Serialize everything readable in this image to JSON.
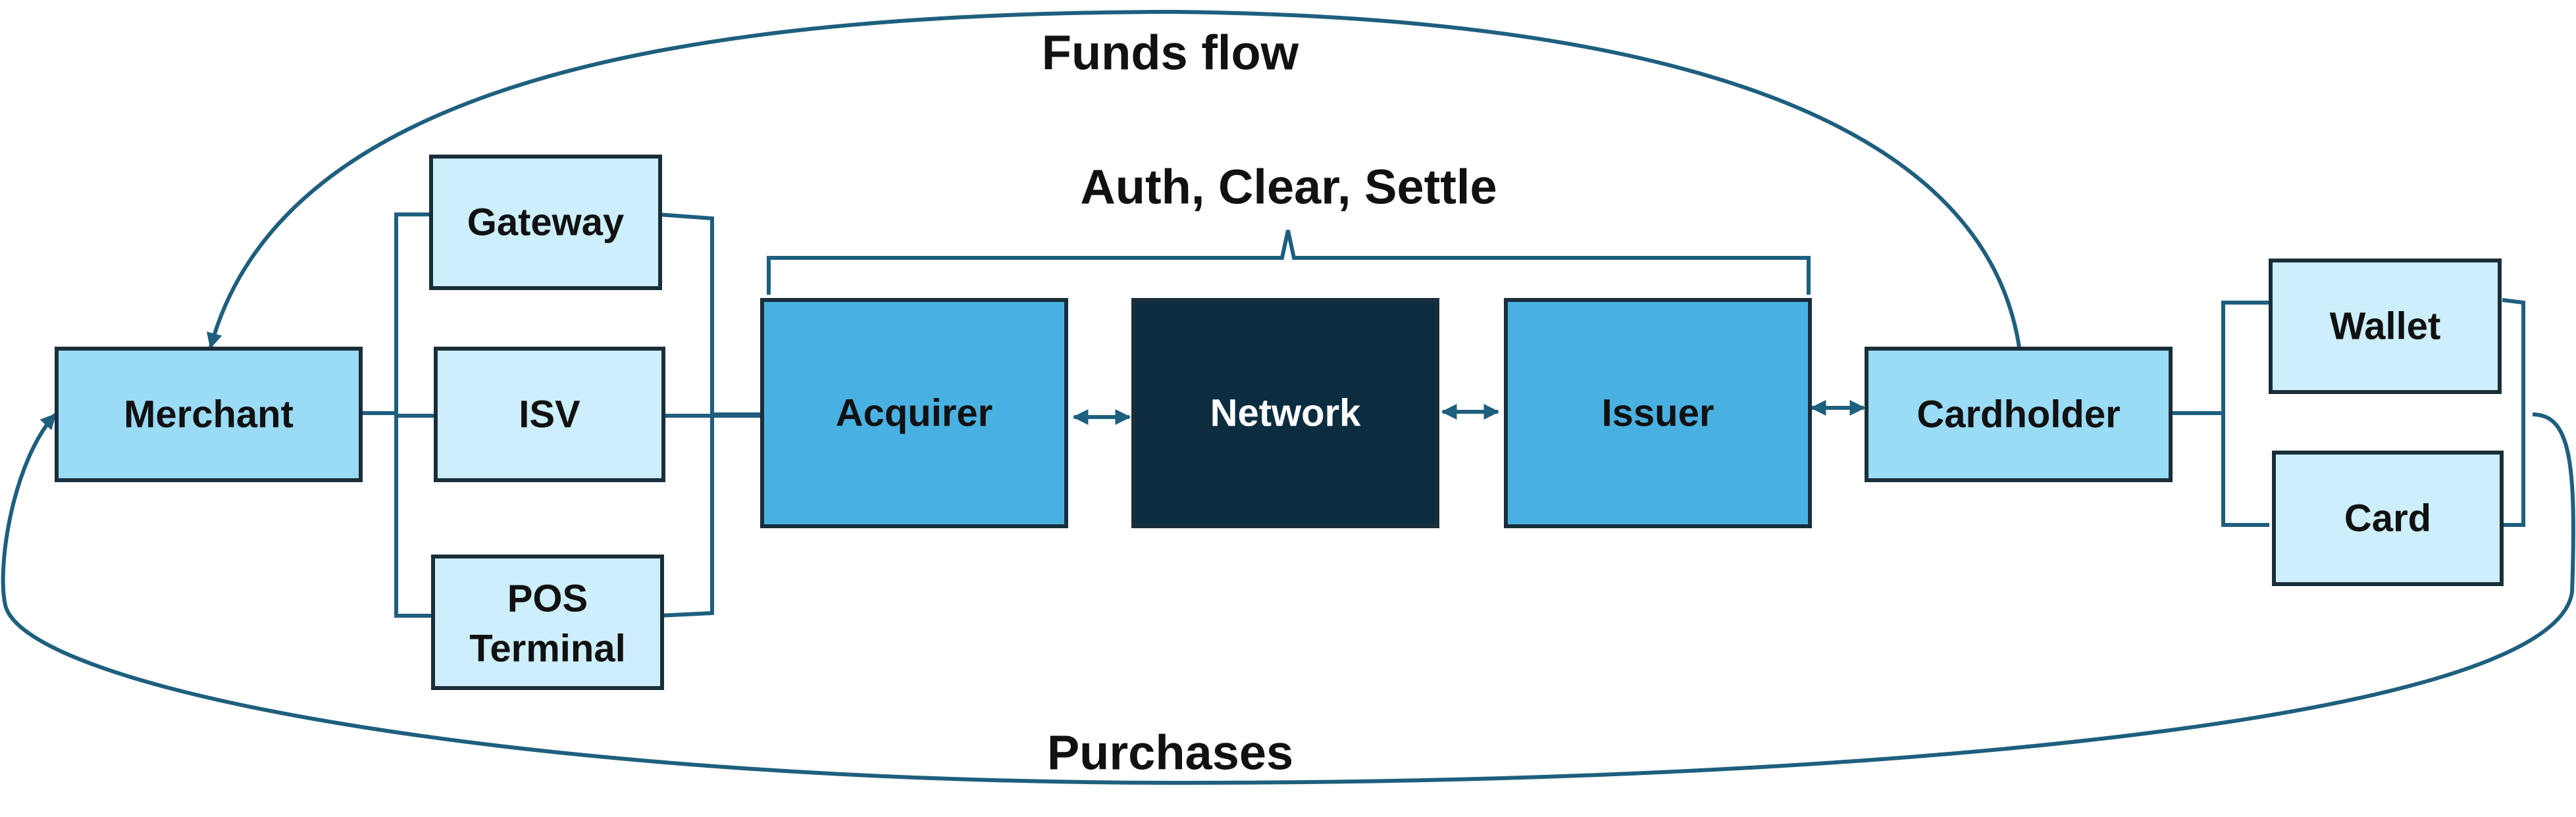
{
  "labels": {
    "funds_flow": "Funds flow",
    "auth_clear_settle": "Auth, Clear, Settle",
    "purchases": "Purchases"
  },
  "nodes": {
    "merchant": "Merchant",
    "gateway": "Gateway",
    "isv": "ISV",
    "pos_line1": "POS",
    "pos_line2": "Terminal",
    "acquirer": "Acquirer",
    "network": "Network",
    "issuer": "Issuer",
    "cardholder": "Cardholder",
    "wallet": "Wallet",
    "card": "Card"
  },
  "colors": {
    "light_box": "#cdeefb",
    "mid_box": "#9adbf6",
    "core_box": "#49b1e1",
    "network_box": "#0c2d3f",
    "connector": "#1e5f7e"
  }
}
